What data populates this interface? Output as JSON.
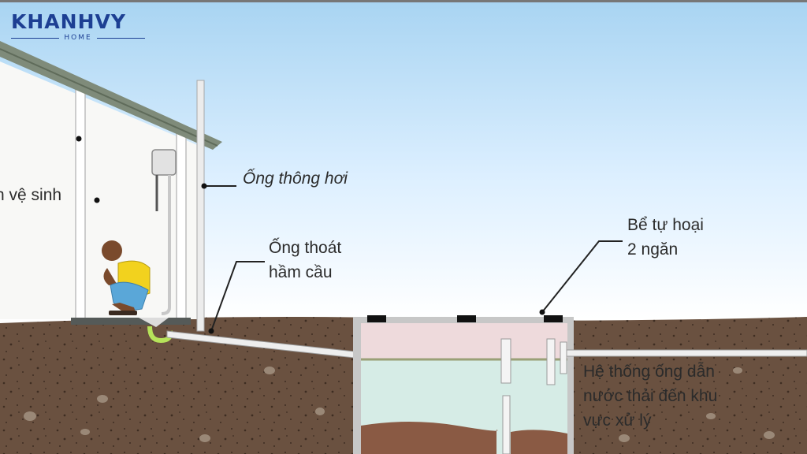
{
  "brand": {
    "name": "KHANHVY",
    "tagline": "HOME",
    "color": "#1d3f93"
  },
  "labels": {
    "toilet": "h vệ sinh",
    "vent_pipe": "Ống thông hơi",
    "drain_pipe_line1": "Ống thoát",
    "drain_pipe_line2": "hầm cầu",
    "septic_line1": "Bể tự hoại",
    "septic_line2": "2 ngăn",
    "outlet_line1": "Hệ thống ống dẫn",
    "outlet_line2": "nước thải đến khu",
    "outlet_line3": "vực xử lý"
  },
  "colors": {
    "sky_top": "#a8d4f2",
    "sky_bottom": "#ffffff",
    "soil": "#6a5140",
    "water": "#d6ece6",
    "sludge": "#8a5a44",
    "shirt": "#f2d21e",
    "pants": "#5aa7d8"
  }
}
